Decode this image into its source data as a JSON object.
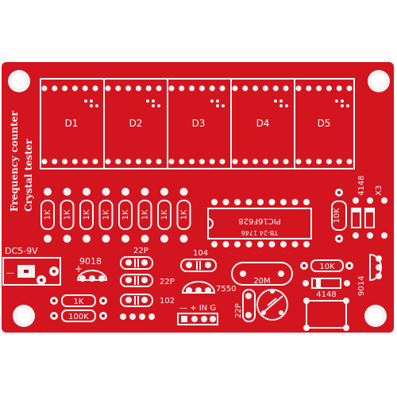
{
  "board": {
    "colors": {
      "background": "#ffffff",
      "pcb": "#d2151f",
      "pcb_dark": "#b30f18",
      "silkscreen": "#f6f6f6",
      "pad": "#f2f2f2",
      "hole": "#a80d14"
    },
    "side_label": {
      "line1": "Frequency counter",
      "line2": "Crystal tester"
    },
    "displays": [
      "D1",
      "D2",
      "D3",
      "D4",
      "D5"
    ],
    "resistor_column": [
      "1K",
      "1K",
      "1K",
      "1K",
      "1K",
      "1K",
      "1K",
      "1K"
    ],
    "ic": {
      "part": "PIC16F628",
      "code": "TB-24 1746"
    },
    "right_column": {
      "resistor": "10K",
      "diode": "4148",
      "crystal": "X3"
    },
    "power": {
      "label": "DC5-9V",
      "plus": "+",
      "minus": "—"
    },
    "transistor_left": "9018",
    "bottom_left_resistors": [
      "1K",
      "100K"
    ],
    "caps": {
      "c22p_top": "22P",
      "c22p_mid": "22P",
      "c102": "102",
      "c104": "104",
      "c22p_vertical": "22P"
    },
    "regulator": "7550",
    "input_header": "— + IN G",
    "crystal_20m": "20M",
    "bottom_right": {
      "resistor": "10K",
      "diode": "4148",
      "transistor": "9014"
    }
  }
}
